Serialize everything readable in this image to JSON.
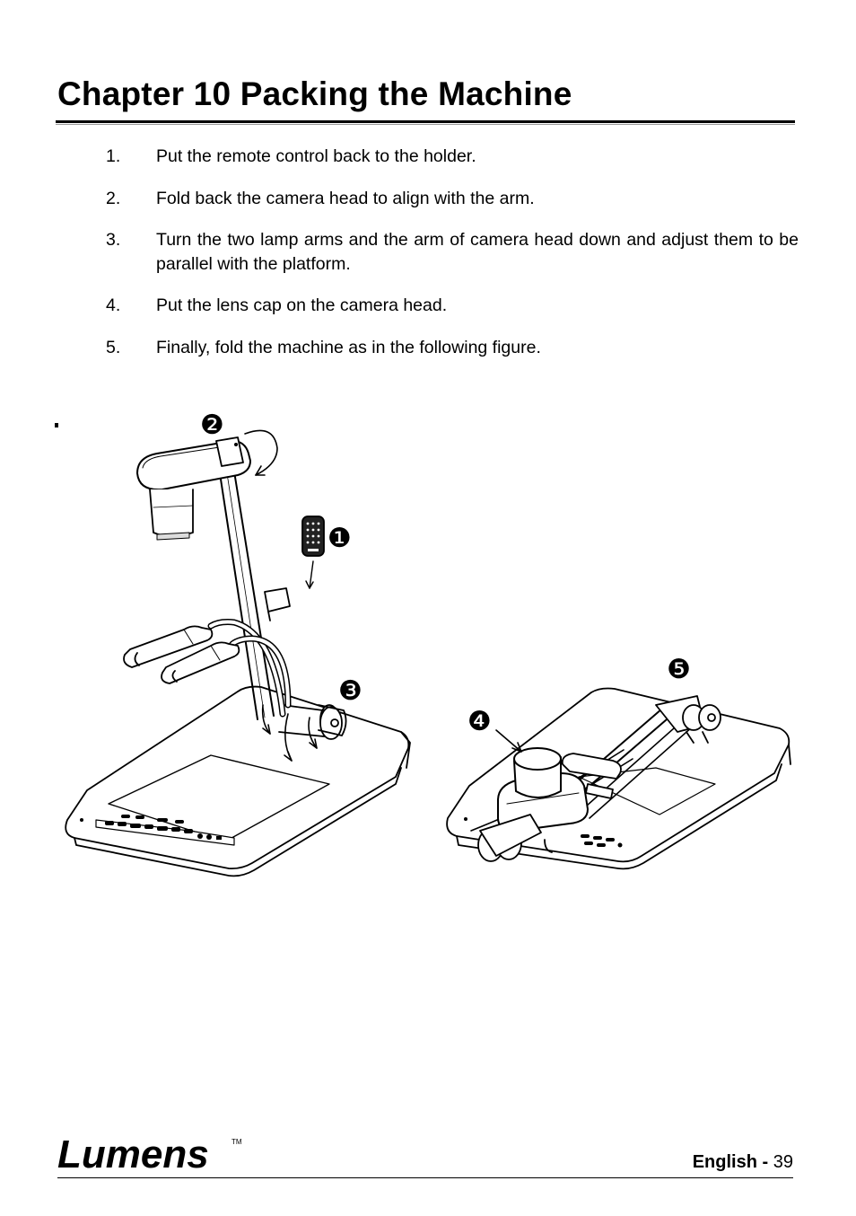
{
  "chapter_title": "Chapter 10 Packing the Machine",
  "steps": [
    {
      "num": "1.",
      "text": "Put the remote control back to the holder."
    },
    {
      "num": "2.",
      "text": "Fold back the camera head to align with the arm."
    },
    {
      "num": "3.",
      "text": "Turn the two lamp arms and the arm of camera head down and adjust them to be parallel with the platform."
    },
    {
      "num": "4.",
      "text": "Put the lens cap on the camera head."
    },
    {
      "num": "5.",
      "text": "Finally, fold the machine as in the following figure."
    }
  ],
  "figure": {
    "callouts": [
      "❶",
      "❷",
      "❸",
      "❹",
      "❺"
    ]
  },
  "footer": {
    "logo": "Lumens",
    "trademark": "TM",
    "language": "English",
    "separator": "-",
    "page_number": "39"
  }
}
